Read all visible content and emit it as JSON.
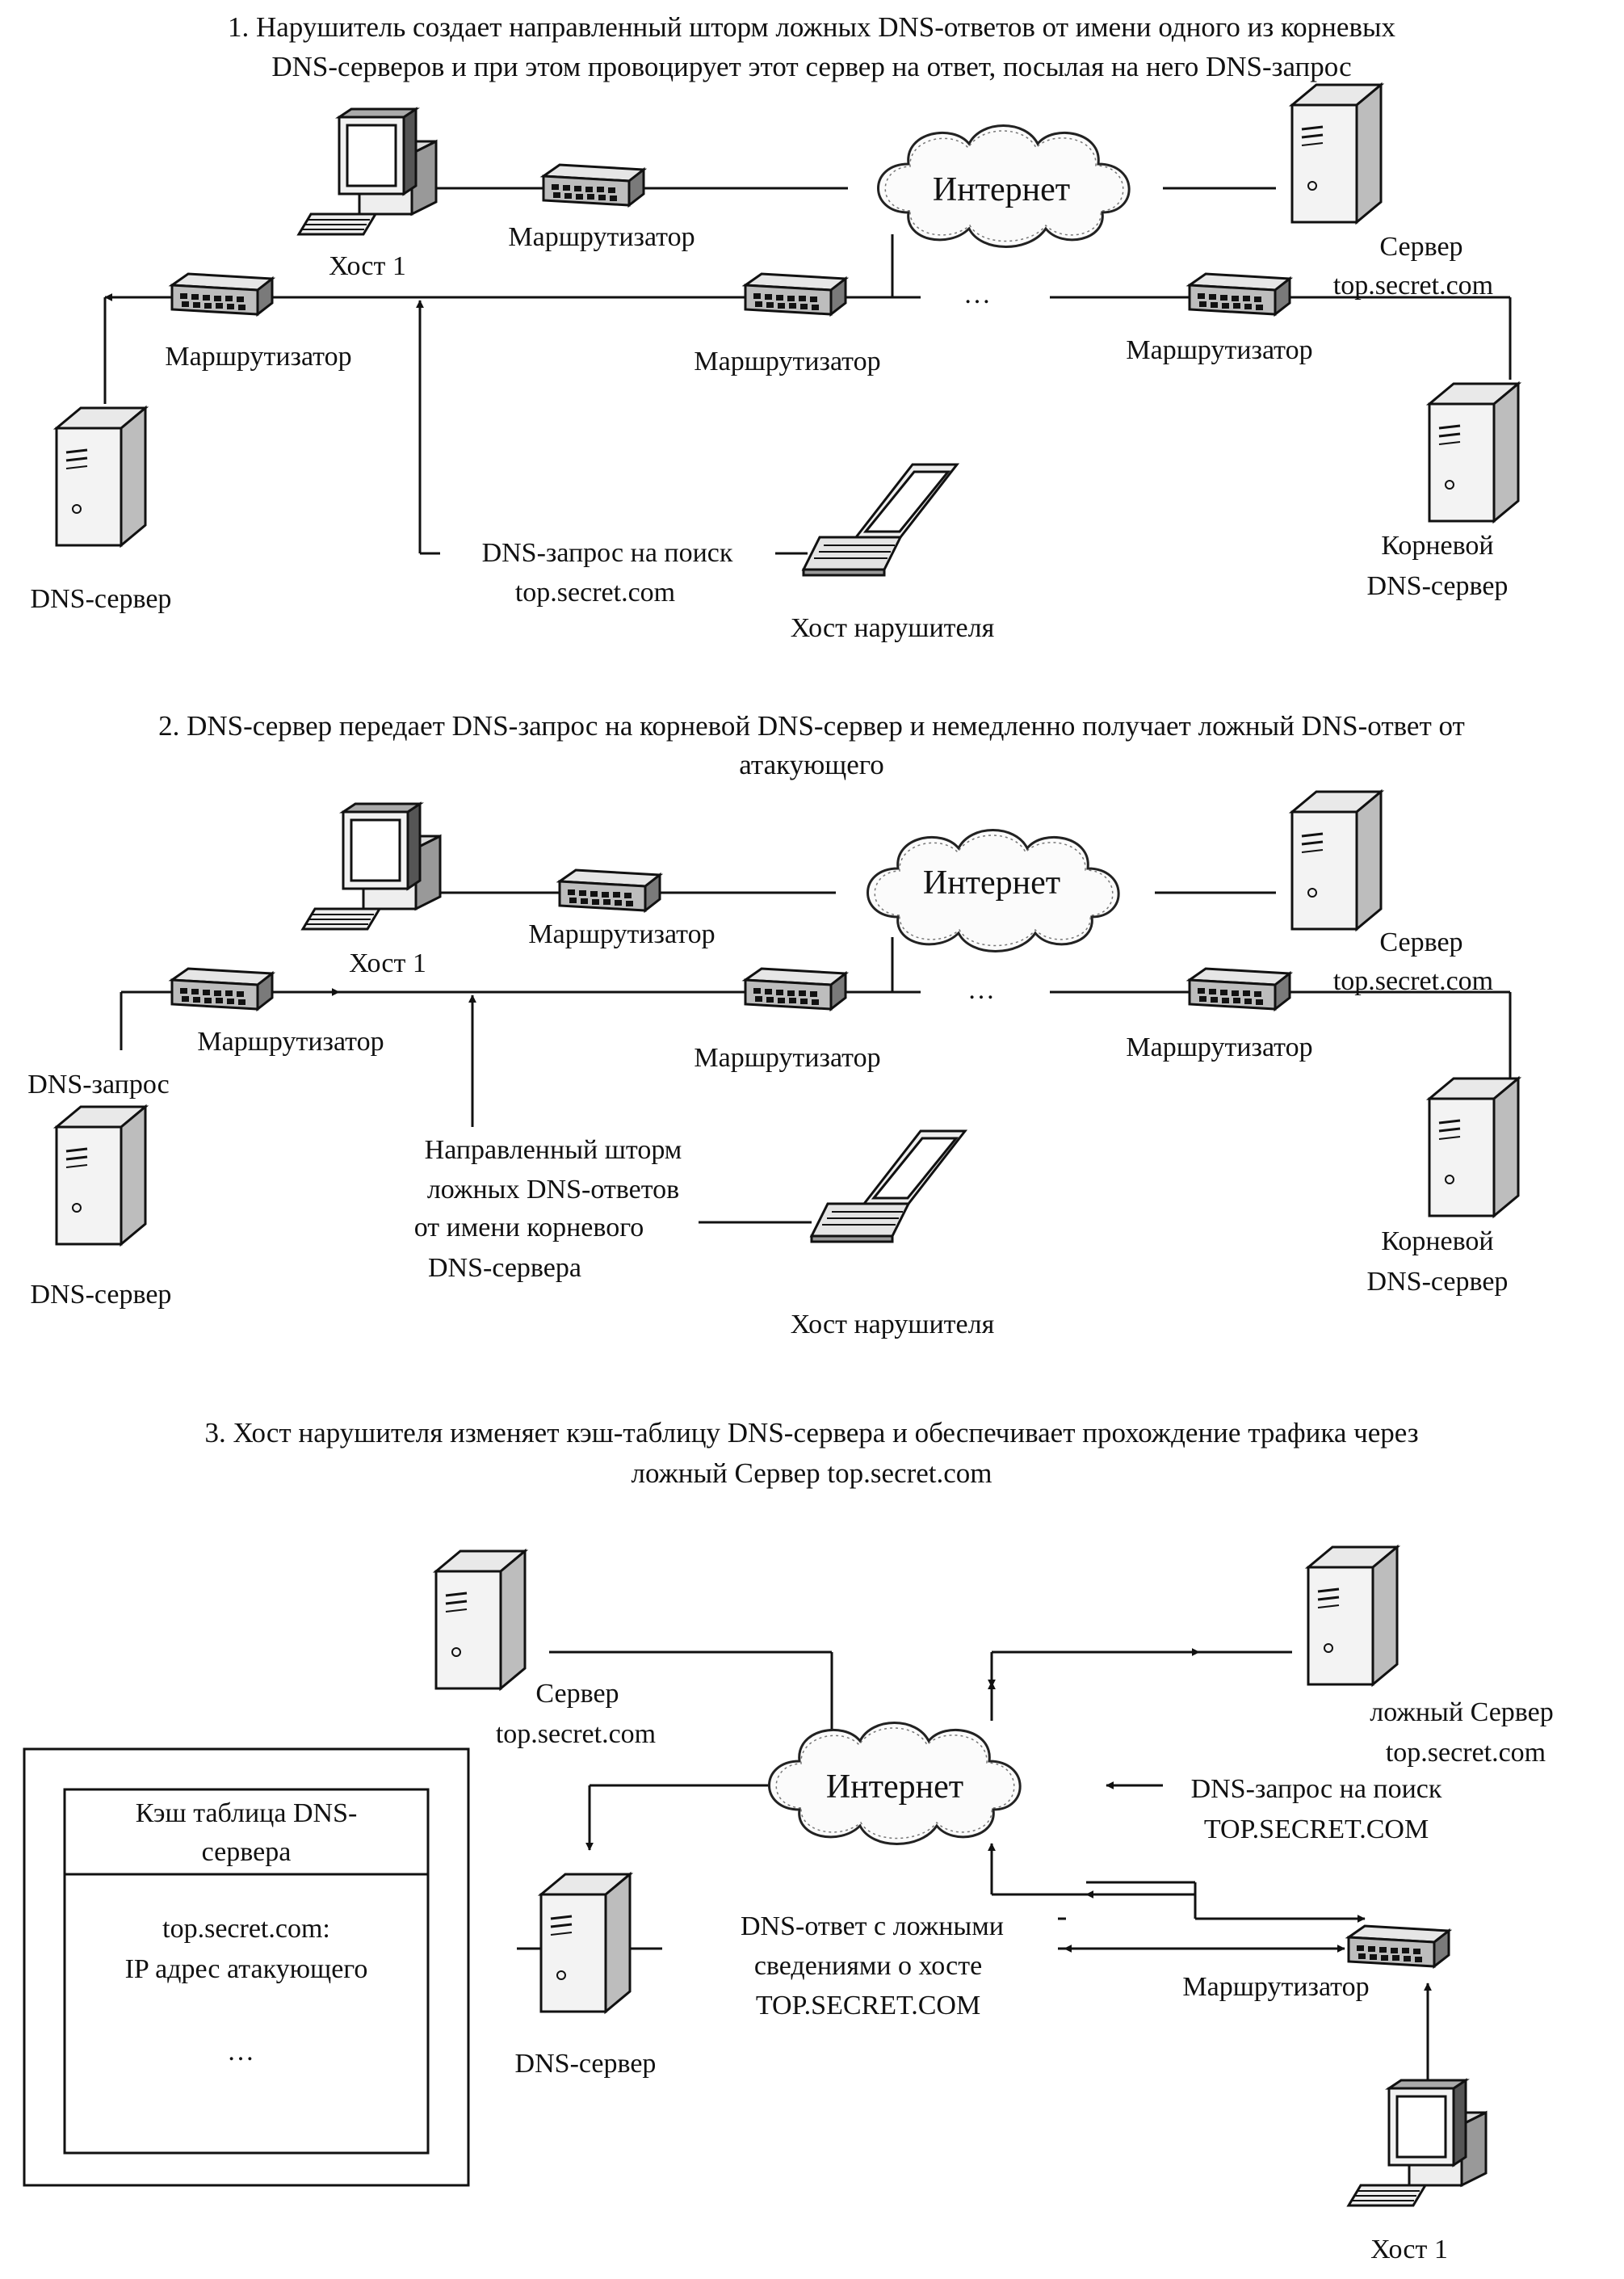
{
  "captions": {
    "s1_l1": "1. Нарушитель создает направленный шторм ложных DNS-ответов от имени одного из корневых",
    "s1_l2": "DNS-серверов и при этом провоцирует этот сервер на ответ, посылая на него DNS-запрос",
    "s2_l1": "2. DNS-сервер передает DNS-запрос на корневой DNS-сервер и немедленно получает ложный DNS-ответ от",
    "s2_l2": "атакующего",
    "s3_l1": "3. Хост нарушителя изменяет кэш-таблицу DNS-сервера и обеспечивает прохождение трафика через",
    "s3_l2": "ложный Сервер top.secret.com"
  },
  "labels": {
    "internet": "Интернет",
    "router": "Маршрутизатор",
    "host1": "Хост 1",
    "server": "Сервер",
    "domain": "top.secret.com",
    "root_l1": "Корневой",
    "root_l2": "DNS-сервер",
    "dns_server": "DNS-сервер",
    "attacker": "Хост нарушителя",
    "ellipsis": "…",
    "s1_query_l1": "DNS-запрос на поиск",
    "s1_query_l2": "top.secret.com",
    "s2_query": "DNS-запрос",
    "s2_storm_l1": "Направленный шторм",
    "s2_storm_l2": "ложных DNS-ответов",
    "s2_storm_l3": "от имени корневого",
    "s2_storm_l4": "DNS-сервера",
    "fake_server": "ложный Сервер",
    "s3_query_l1": "DNS-запрос на поиск",
    "s3_query_l2": "TOP.SECRET.COM",
    "s3_reply_l1": "DNS-ответ с ложными",
    "s3_reply_l2": "сведениями о хосте",
    "s3_reply_l3": "TOP.SECRET.COM",
    "cache_title_l1": "Кэш таблица DNS-",
    "cache_title_l2": "сервера",
    "cache_entry_l1": "top.secret.com:",
    "cache_entry_l2": "IP адрес атакующего",
    "cache_more": "…"
  }
}
